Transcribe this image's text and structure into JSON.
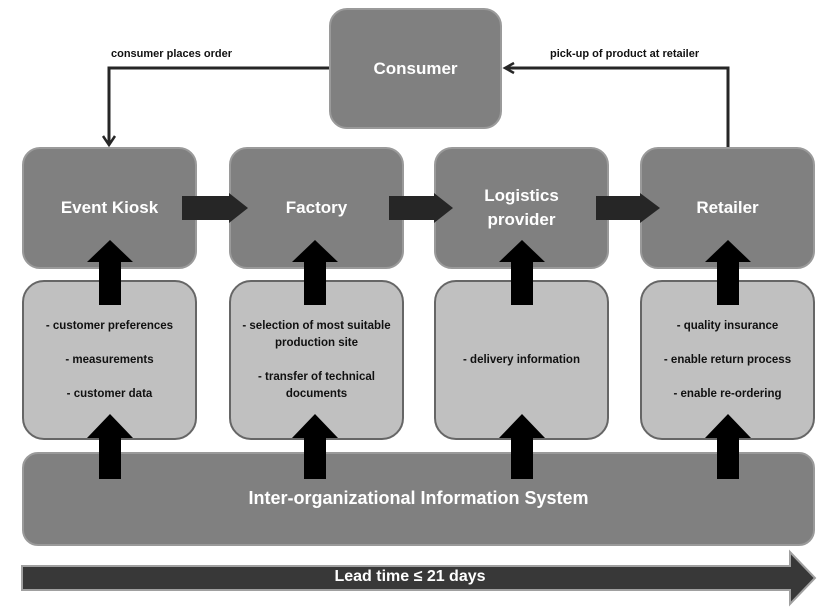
{
  "diagram": {
    "consumer": {
      "label": "Consumer"
    },
    "flows": {
      "consumer_to_kiosk": "consumer places order",
      "retailer_to_consumer": "pick-up of product at retailer"
    },
    "stages": [
      {
        "id": "event-kiosk",
        "label": "Event Kiosk",
        "info": [
          "- customer preferences",
          "- measurements",
          "- customer data"
        ]
      },
      {
        "id": "factory",
        "label": "Factory",
        "info": [
          "- selection of most suitable production site",
          "- transfer of technical documents"
        ]
      },
      {
        "id": "logistics-provider",
        "label": "Logistics provider",
        "info": [
          "- delivery information"
        ]
      },
      {
        "id": "retailer",
        "label": "Retailer",
        "info": [
          "- quality insurance",
          "- enable return process",
          "- enable re-ordering"
        ]
      }
    ],
    "system": {
      "label": "Inter-organizational Information System"
    },
    "lead_time": {
      "label": "Lead time ≤ 21 days"
    },
    "colors": {
      "process_box": "#808080",
      "info_box": "#c0c0c0",
      "arrow": "#000000",
      "flow_arrow": "#262626",
      "lead_bar": "#383838"
    }
  }
}
